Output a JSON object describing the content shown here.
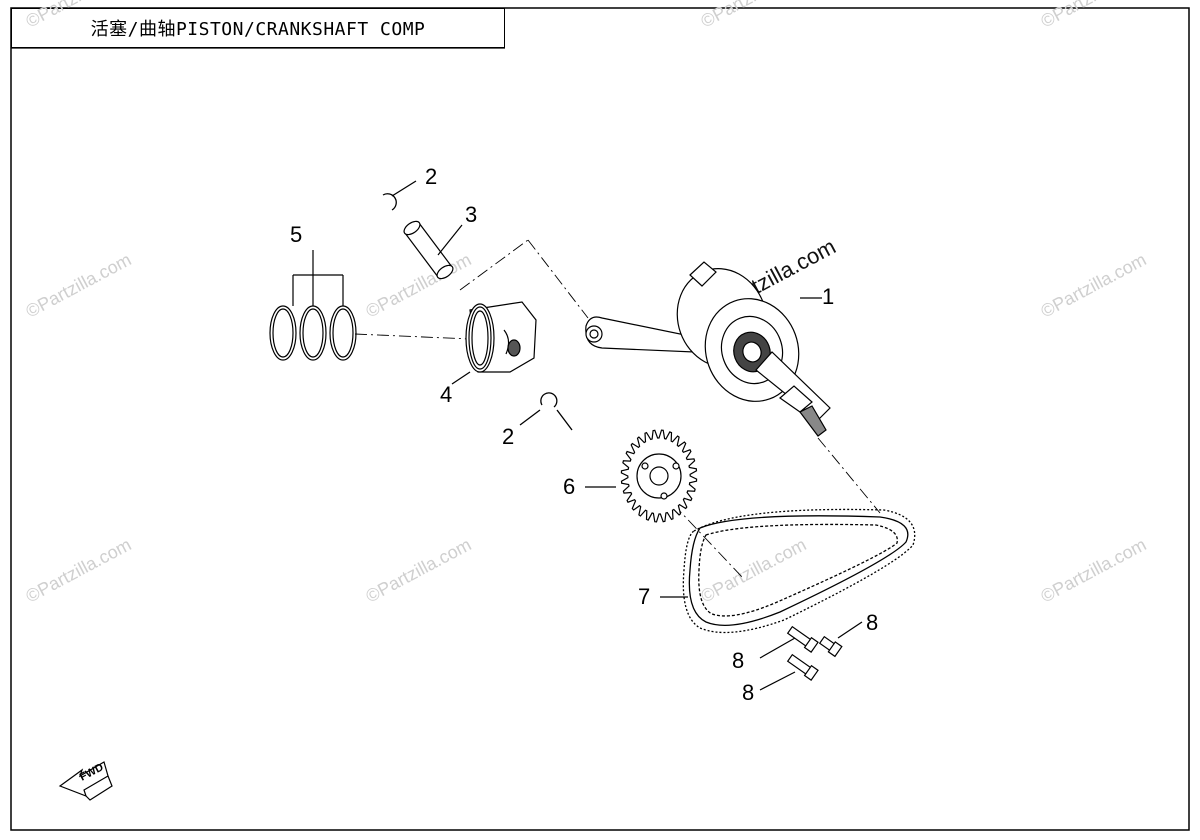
{
  "title": "活塞/曲轴PISTON/CRANKSHAFT COMP",
  "watermark": "©Partzilla.com",
  "watermark_center": "©Partzilla.com",
  "fwd_label": "FWD",
  "callouts": {
    "c1": "1",
    "c2a": "2",
    "c2b": "2",
    "c3": "3",
    "c4": "4",
    "c5": "5",
    "c6": "6",
    "c7": "7",
    "c8a": "8",
    "c8b": "8",
    "c8c": "8"
  }
}
